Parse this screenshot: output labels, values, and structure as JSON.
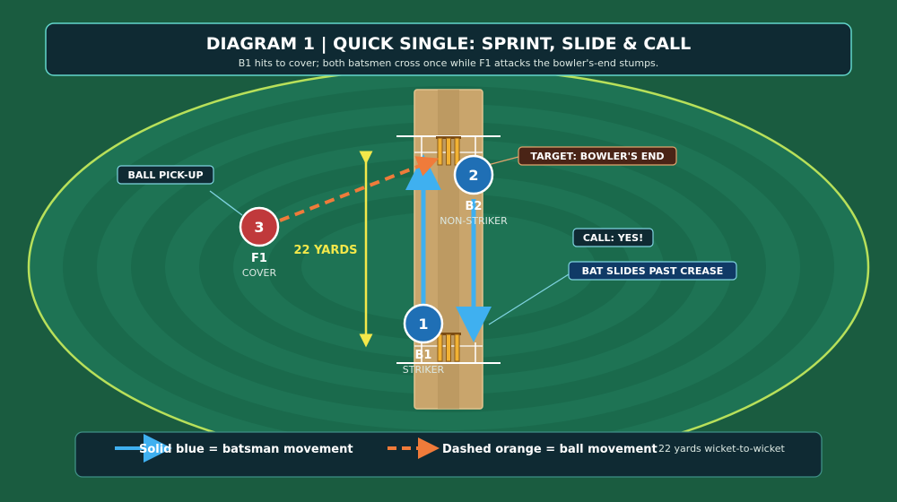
{
  "header": {
    "title": "DIAGRAM 1  |  QUICK SINGLE: SPRINT, SLIDE & CALL",
    "subtitle": "B1 hits to cover; both batsmen cross once while F1 attacks the bowler's-end stumps."
  },
  "players": {
    "b1": {
      "number": "1",
      "label": "B1",
      "role": "STRIKER"
    },
    "b2": {
      "number": "2",
      "label": "B2",
      "role": "NON-STRIKER"
    },
    "f1": {
      "number": "3",
      "label": "F1",
      "role": "COVER"
    }
  },
  "callouts": {
    "ball_pickup": "BALL PICK-UP",
    "target": "TARGET: BOWLER'S END",
    "call": "CALL: YES!",
    "slide": "BAT SLIDES PAST CREASE"
  },
  "distance_label": "22 YARDS",
  "legend": {
    "batsman": "Solid blue = batsman movement",
    "ball": "Dashed orange = ball movement",
    "note": "22 yards wicket-to-wicket"
  },
  "colors": {
    "field_bg": "#1a5c40",
    "batsman": "#1f6fb5",
    "fielder": "#c0393b",
    "batsman_arrow": "#3fb0f0",
    "ball_arrow": "#f07b3a",
    "distance": "#f3e84a",
    "pitch": "#c9a56c",
    "panel": "#0f2a33"
  }
}
